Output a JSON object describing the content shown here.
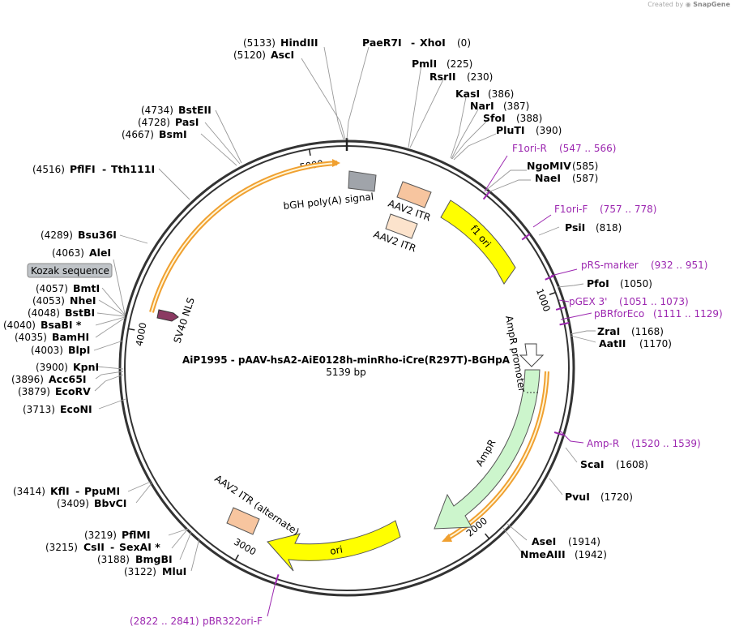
{
  "credit": {
    "prefix": "Created by",
    "brand": "SnapGene"
  },
  "plasmid": {
    "name": "AiP1995 - pAAV-hsA2-AiE0128h-minRho-iCre(R297T)-BGHpA",
    "length_label": "5139 bp"
  },
  "ticks": [
    {
      "label": "1000",
      "pos": 1000
    },
    {
      "label": "2000",
      "pos": 2000
    },
    {
      "label": "3000",
      "pos": 3000
    },
    {
      "label": "4000",
      "pos": 4000
    },
    {
      "label": "5000",
      "pos": 5000
    }
  ],
  "enzymes": [
    {
      "name": "PaeR7I",
      "name2": "XhoI",
      "pos_label": "(0)",
      "pos": 0
    },
    {
      "name": "PmlI",
      "pos_label": "(225)",
      "pos": 225
    },
    {
      "name": "RsrII",
      "pos_label": "(230)",
      "pos": 230
    },
    {
      "name": "KasI",
      "pos_label": "(386)",
      "pos": 386
    },
    {
      "name": "NarI",
      "pos_label": "(387)",
      "pos": 387
    },
    {
      "name": "SfoI",
      "pos_label": "(388)",
      "pos": 388
    },
    {
      "name": "PluTI",
      "pos_label": "(390)",
      "pos": 390
    },
    {
      "name": "NgoMIV",
      "pos_label": "(585)",
      "pos": 585
    },
    {
      "name": "NaeI",
      "pos_label": "(587)",
      "pos": 587
    },
    {
      "name": "PsiI",
      "pos_label": "(818)",
      "pos": 818
    },
    {
      "name": "PfoI",
      "pos_label": "(1050)",
      "pos": 1050
    },
    {
      "name": "ZraI",
      "pos_label": "(1168)",
      "pos": 1168
    },
    {
      "name": "AatII",
      "pos_label": "(1170)",
      "pos": 1170
    },
    {
      "name": "ScaI",
      "pos_label": "(1608)",
      "pos": 1608
    },
    {
      "name": "PvuI",
      "pos_label": "(1720)",
      "pos": 1720
    },
    {
      "name": "AseI",
      "pos_label": "(1914)",
      "pos": 1914
    },
    {
      "name": "NmeAIII",
      "pos_label": "(1942)",
      "pos": 1942
    },
    {
      "name": "MluI",
      "pos_label": "(3122)",
      "pos": 3122
    },
    {
      "name": "BmgBI",
      "pos_label": "(3188)",
      "pos": 3188
    },
    {
      "name": "CsII",
      "name2": "SexAI *",
      "pos_label": "(3215)",
      "pos": 3215
    },
    {
      "name": "PflMI",
      "pos_label": "(3219)",
      "pos": 3219
    },
    {
      "name": "BbvCI",
      "pos_label": "(3409)",
      "pos": 3409
    },
    {
      "name": "KflI",
      "name2": "PpuMI",
      "pos_label": "(3414)",
      "pos": 3414
    },
    {
      "name": "EcoNI",
      "pos_label": "(3713)",
      "pos": 3713
    },
    {
      "name": "EcoRV",
      "pos_label": "(3879)",
      "pos": 3879
    },
    {
      "name": "Acc65I",
      "pos_label": "(3896)",
      "pos": 3896
    },
    {
      "name": "KpnI",
      "pos_label": "(3900)",
      "pos": 3900
    },
    {
      "name": "BlpI",
      "pos_label": "(4003)",
      "pos": 4003
    },
    {
      "name": "BamHI",
      "pos_label": "(4035)",
      "pos": 4035
    },
    {
      "name": "BsaBI *",
      "pos_label": "(4040)",
      "pos": 4040
    },
    {
      "name": "BstBI",
      "pos_label": "(4048)",
      "pos": 4048
    },
    {
      "name": "NheI",
      "pos_label": "(4053)",
      "pos": 4053
    },
    {
      "name": "BmtI",
      "pos_label": "(4057)",
      "pos": 4057
    },
    {
      "name": "AleI",
      "pos_label": "(4063)",
      "pos": 4063
    },
    {
      "name": "Bsu36I",
      "pos_label": "(4289)",
      "pos": 4289
    },
    {
      "name": "PflFI",
      "name2": "Tth111I",
      "pos_label": "(4516)",
      "pos": 4516
    },
    {
      "name": "BsmI",
      "pos_label": "(4667)",
      "pos": 4667
    },
    {
      "name": "PasI",
      "pos_label": "(4728)",
      "pos": 4728
    },
    {
      "name": "BstEII",
      "pos_label": "(4734)",
      "pos": 4734
    },
    {
      "name": "AscI",
      "pos_label": "(5120)",
      "pos": 5120
    },
    {
      "name": "HindIII",
      "pos_label": "(5133)",
      "pos": 5133
    }
  ],
  "primers": [
    {
      "name": "F1ori-R",
      "range_label": "(547 .. 566)",
      "start": 547,
      "end": 566
    },
    {
      "name": "F1ori-F",
      "range_label": "(757 .. 778)",
      "start": 757,
      "end": 778
    },
    {
      "name": "pRS-marker",
      "range_label": "(932 .. 951)",
      "start": 932,
      "end": 951
    },
    {
      "name": "pGEX 3'",
      "range_label": "(1051 .. 1073)",
      "start": 1051,
      "end": 1073
    },
    {
      "name": "pBRforEco",
      "range_label": "(1111 .. 1129)",
      "start": 1111,
      "end": 1129
    },
    {
      "name": "Amp-R",
      "range_label": "(1520 .. 1539)",
      "start": 1520,
      "end": 1539
    },
    {
      "name": "pBR322ori-F",
      "range_label": "(2822 .. 2841)",
      "start": 2822,
      "end": 2841
    }
  ],
  "features": [
    {
      "label": "bGH poly(A) signal",
      "color": "#a0a4aa"
    },
    {
      "label": "AAV2 ITR",
      "color": "#f7c59f"
    },
    {
      "label": "AAV2 ITR",
      "color": "#fce3cc"
    },
    {
      "label": "f1 ori",
      "color": "#ffff00"
    },
    {
      "label": "AmpR promoter",
      "color": "#ffffff"
    },
    {
      "label": "AmpR",
      "color": "#ccf5cc"
    },
    {
      "label": "ori",
      "color": "#ffff00"
    },
    {
      "label": "AAV2 ITR (alternate)",
      "color": "#f7c59f"
    },
    {
      "label": "SV40 NLS",
      "color": "#8b3a62"
    },
    {
      "label": "Kozak sequence",
      "color": "#c0c4c8"
    }
  ]
}
